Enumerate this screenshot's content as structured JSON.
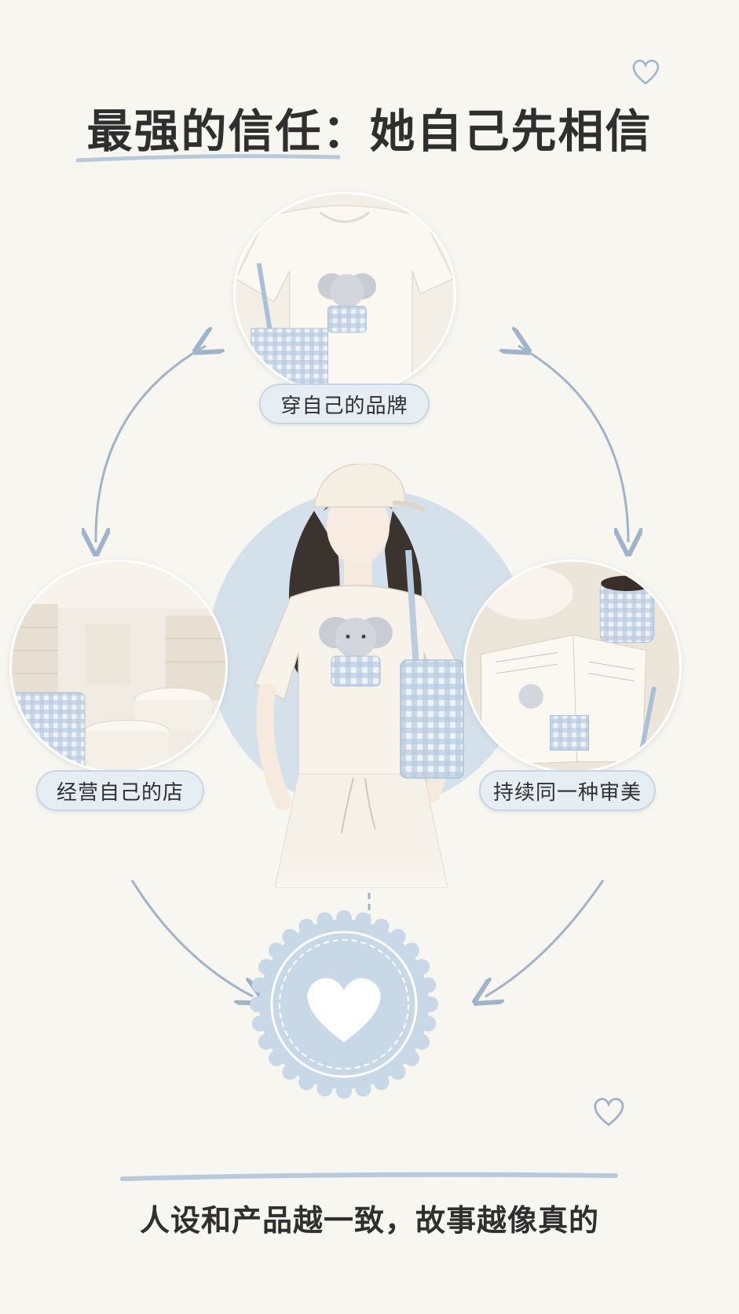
{
  "title": "最强的信任：她自己先相信",
  "labels": {
    "top": "穿自己的品牌",
    "left": "经营自己的店",
    "right": "持续同一种审美"
  },
  "footer": "人设和产品越一致，故事越像真的",
  "colors": {
    "background": "#f8f6f0",
    "accent_blue": "#c8d6e3",
    "gingham_blue": "#a9c0d8",
    "arrow": "#9fb4c9",
    "text": "#2f2f2f"
  },
  "icons": [
    "heart-icon",
    "small-heart-outline-icon",
    "elephant-icon"
  ]
}
